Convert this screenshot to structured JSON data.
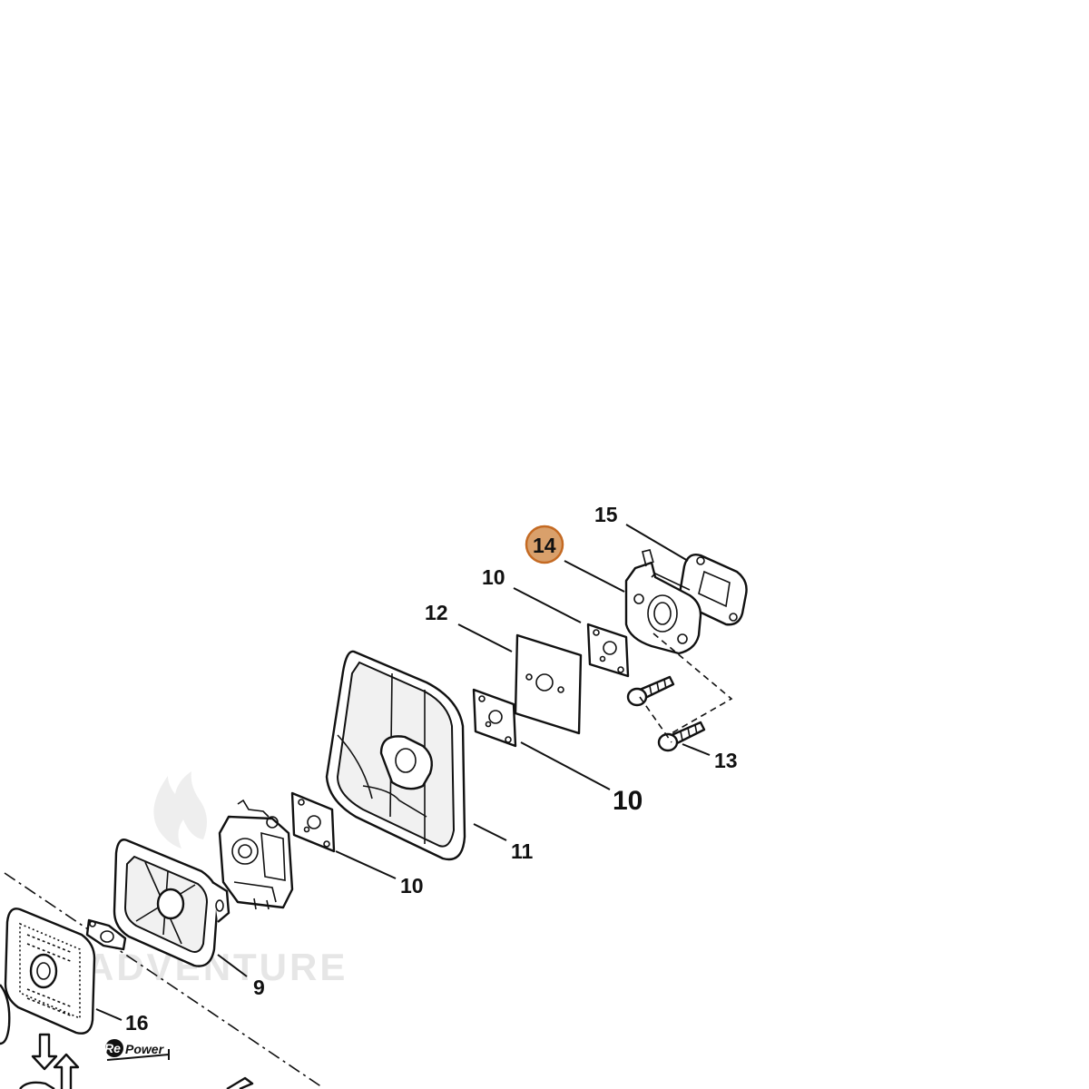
{
  "diagram": {
    "callouts": [
      {
        "id": "c15",
        "text": "15"
      },
      {
        "id": "c14",
        "text": "14",
        "highlighted": true
      },
      {
        "id": "c10a",
        "text": "10"
      },
      {
        "id": "c12",
        "text": "12"
      },
      {
        "id": "c13",
        "text": "13"
      },
      {
        "id": "c10b",
        "text": "10"
      },
      {
        "id": "c11",
        "text": "11"
      },
      {
        "id": "c10c",
        "text": "10"
      },
      {
        "id": "c9",
        "text": "9"
      },
      {
        "id": "c16",
        "text": "16"
      }
    ],
    "highlight_color": "#d9a06b",
    "highlight_stroke": "#c46a23",
    "watermark": "ADVENTURE",
    "logo": "RePower"
  }
}
